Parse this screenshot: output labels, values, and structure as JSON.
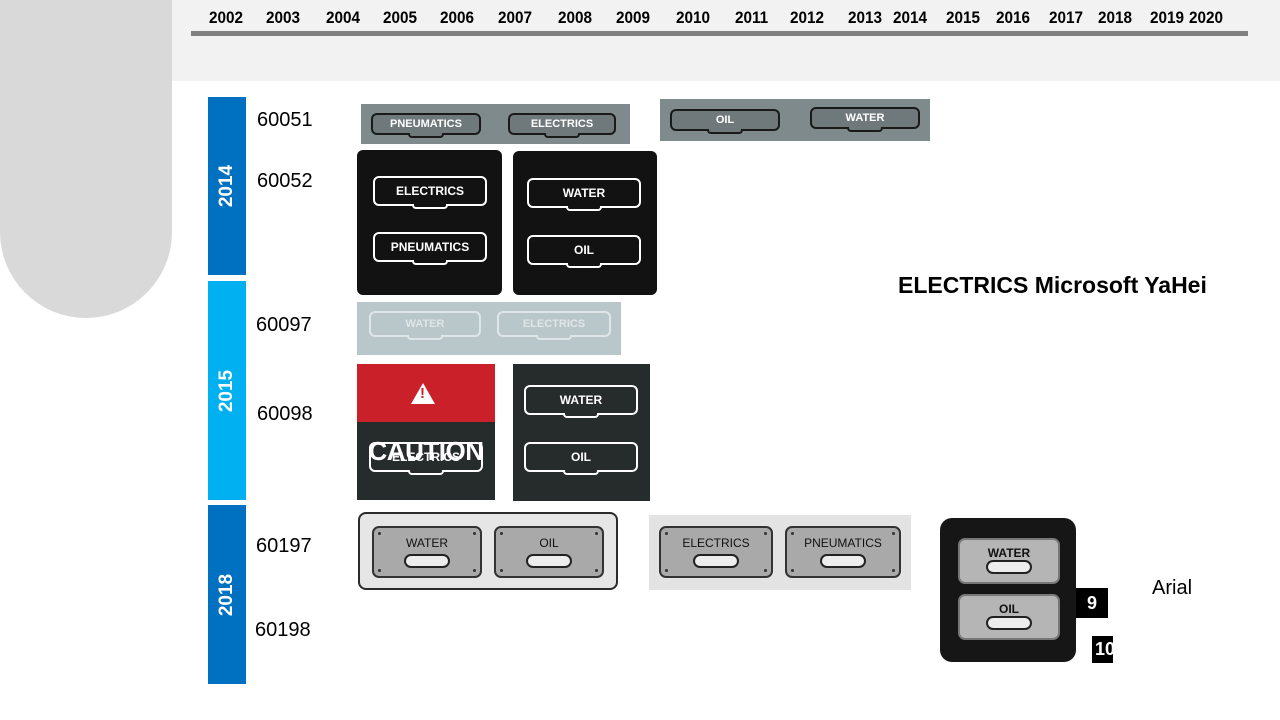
{
  "timeline": {
    "years": [
      "2002",
      "2003",
      "2004",
      "2005",
      "2006",
      "2007",
      "2008",
      "2009",
      "2010",
      "2011",
      "2012",
      "2013",
      "2014",
      "2015",
      "2016",
      "2017",
      "2018",
      "2019",
      "2020"
    ]
  },
  "groups": [
    {
      "label": "2014",
      "color": "#0070c0"
    },
    {
      "label": "2015",
      "color": "#00b0f0"
    },
    {
      "label": "2018",
      "color": "#0070c0"
    }
  ],
  "codes": [
    "60051",
    "60052",
    "60097",
    "60098",
    "60197",
    "60198"
  ],
  "notes": {
    "yahei": "ELECTRICS Microsoft YaHei",
    "arial": "Arial"
  },
  "labels": {
    "r60051a": [
      "PNEUMATICS",
      "ELECTRICS"
    ],
    "r60051b": [
      "OIL",
      "WATER"
    ],
    "r60052a": [
      "ELECTRICS",
      "PNEUMATICS"
    ],
    "r60052b": [
      "WATER",
      "OIL"
    ],
    "r60097": [
      "WATER",
      "ELECTRICS"
    ],
    "r60098a": {
      "caution": "CAUTION",
      "tag": "ELECTRICS"
    },
    "r60098b": [
      "WATER",
      "OIL"
    ],
    "r60197a": [
      "WATER",
      "OIL"
    ],
    "r60197b": [
      "ELECTRICS",
      "PNEUMATICS"
    ],
    "r60198": {
      "tags": [
        "WATER",
        "OIL"
      ],
      "numbers": [
        "9",
        "10"
      ]
    }
  }
}
